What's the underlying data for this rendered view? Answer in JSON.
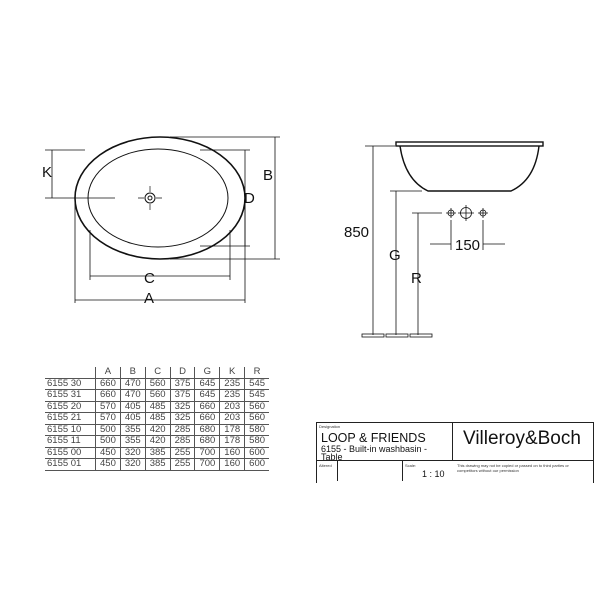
{
  "drawing": {
    "labels": {
      "K": "K",
      "B": "B",
      "D": "D",
      "C": "C",
      "A": "A",
      "h850": "850",
      "G": "G",
      "R": "R",
      "d150": "150"
    }
  },
  "table": {
    "headers": [
      "",
      "A",
      "B",
      "C",
      "D",
      "G",
      "K",
      "R"
    ],
    "rows": [
      [
        "6155 30",
        "660",
        "470",
        "560",
        "375",
        "645",
        "235",
        "545"
      ],
      [
        "6155 31",
        "660",
        "470",
        "560",
        "375",
        "645",
        "235",
        "545"
      ],
      [
        "6155 20",
        "570",
        "405",
        "485",
        "325",
        "660",
        "203",
        "560"
      ],
      [
        "6155 21",
        "570",
        "405",
        "485",
        "325",
        "660",
        "203",
        "560"
      ],
      [
        "6155 10",
        "500",
        "355",
        "420",
        "285",
        "680",
        "178",
        "580"
      ],
      [
        "6155 11",
        "500",
        "355",
        "420",
        "285",
        "680",
        "178",
        "580"
      ],
      [
        "6155 00",
        "450",
        "320",
        "385",
        "255",
        "700",
        "160",
        "600"
      ],
      [
        "6155 01",
        "450",
        "320",
        "385",
        "255",
        "700",
        "160",
        "600"
      ]
    ]
  },
  "title_block": {
    "designation_label": "Designation",
    "product": "LOOP & FRIENDS",
    "description": "6155 - Built-in washbasin - Table",
    "brand": "Villeroy&Boch",
    "altered_label": "Altered",
    "scale_label": "Scale:",
    "scale": "1 : 10",
    "notice": "This drawing may not be copied or passed on to third parties or competitors without our permission"
  }
}
